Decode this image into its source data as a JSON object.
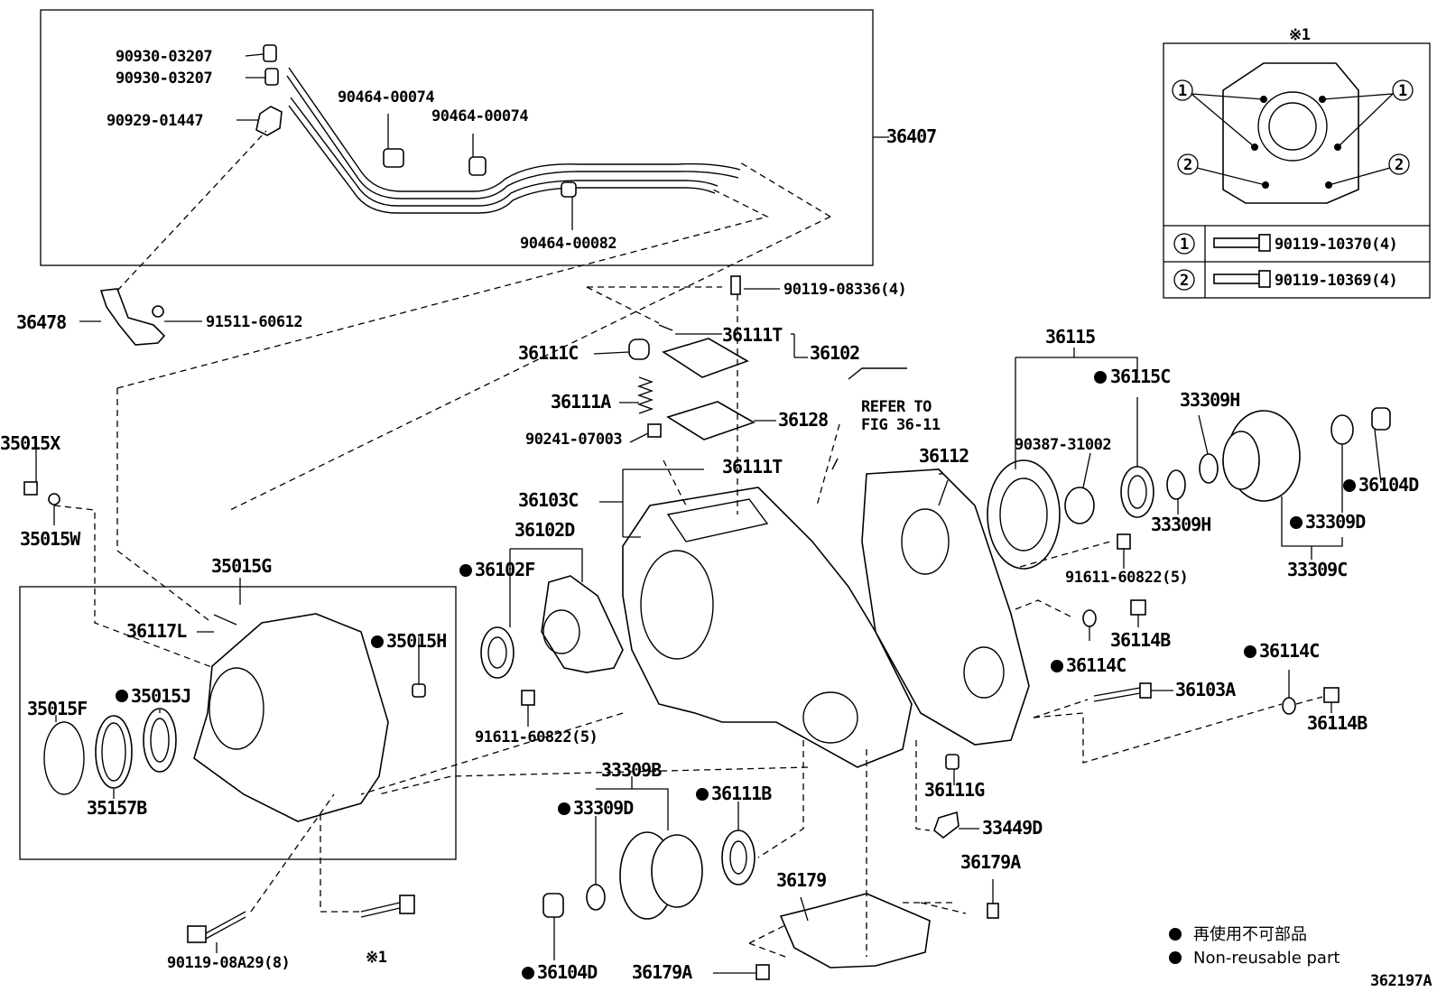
{
  "diagram": {
    "figure_id": "362197A",
    "callouts": {
      "c36407": "36407",
      "c90930a": "90930-03207",
      "c90930b": "90930-03207",
      "c90929": "90929-01447",
      "c90464a": "90464-00074",
      "c90464b": "90464-00074",
      "c90464c": "90464-00082",
      "c36478": "36478",
      "c91511": "91511-60612",
      "c90119_083": "90119-08336(4)",
      "c36111T_a": "36111T",
      "c36102": "36102",
      "c36111C": "36111C",
      "c36111A": "36111A",
      "c36128": "36128",
      "c90241": "90241-07003",
      "c36111T_b": "36111T",
      "c36103C": "36103C",
      "c36102D": "36102D",
      "c36102F": "36102F",
      "c35015X": "35015X",
      "c35015W": "35015W",
      "c35015G": "35015G",
      "c36117L": "36117L",
      "c35015H": "35015H",
      "c35015F": "35015F",
      "c35015J": "35015J",
      "c35157B": "35157B",
      "c91611_a": "91611-60822(5)",
      "c33309B": "33309B",
      "c33309D_a": "33309D",
      "c36111B": "36111B",
      "c36104D_a": "36104D",
      "c90119_08A": "90119-08A29(8)",
      "c_ref1_bottom": "※1",
      "c36179": "36179",
      "c36179A_a": "36179A",
      "c36179A_b": "36179A",
      "c33449D": "33449D",
      "c36111G": "36111G",
      "c36112": "36112",
      "c36115": "36115",
      "c36115C": "36115C",
      "c90387": "90387-31002",
      "c33309H_a": "33309H",
      "c33309H_b": "33309H",
      "c36104D_b": "36104D",
      "c33309D_b": "33309D",
      "c33309C": "33309C",
      "c91611_b": "91611-60822(5)",
      "c36114B_a": "36114B",
      "c36114C_a": "36114C",
      "c36103A": "36103A",
      "c36114C_b": "36114C",
      "c36114B_b": "36114B",
      "refer_line1": "REFER TO",
      "refer_line2": "FIG 36-11"
    },
    "inset": {
      "title": "※1",
      "circle1": "1",
      "circle2": "2",
      "row1_part": "90119-10370(4)",
      "row2_part": "90119-10369(4)"
    },
    "legend": {
      "line_jp": "再使用不可部品",
      "line_en": "Non-reusable part"
    }
  }
}
